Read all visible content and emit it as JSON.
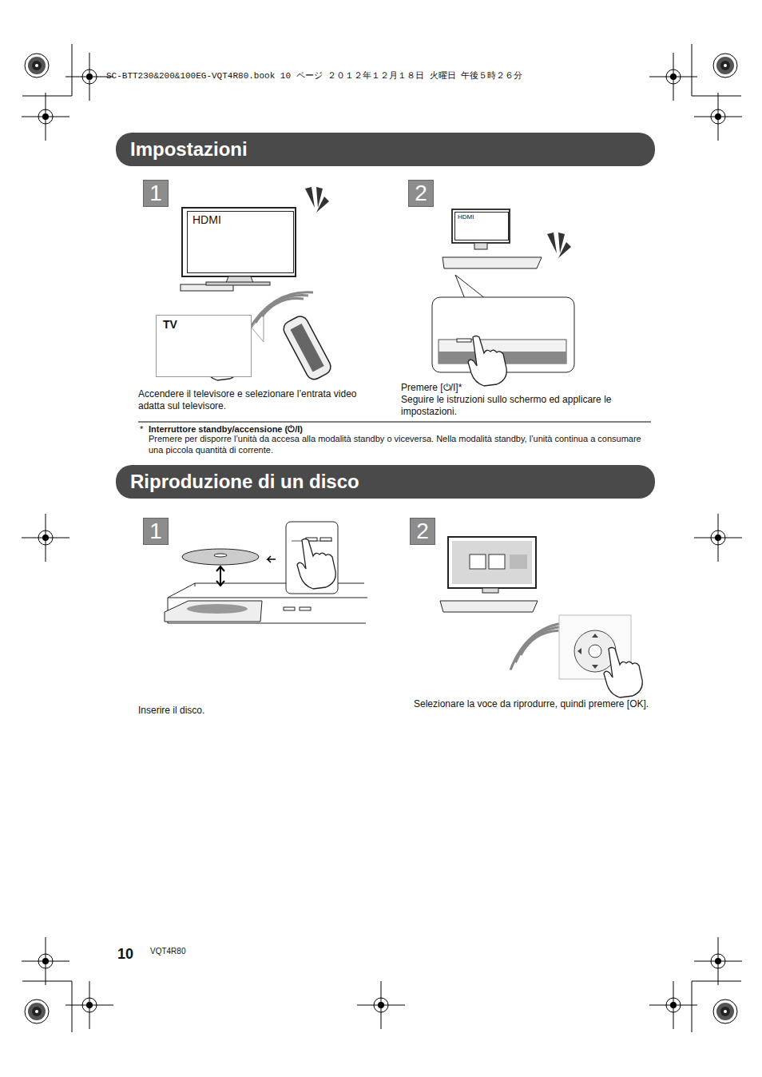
{
  "diagram": {
    "nodes": [
      {
        "text": [
          "Impostazioni"
        ]
      },
      {
        "text": [
          "1"
        ]
      },
      {
        "text": [
          "2"
        ]
      },
      {
        "text": [
          "HDMI"
        ]
      },
      {
        "text": [
          "TV"
        ]
      },
      {
        "text": [
          "HDMI"
        ]
      },
      {
        "text": [
          "Riproduzione di un disco"
        ]
      },
      {
        "text": [
          "1"
        ]
      },
      {
        "text": [
          "2"
        ]
      }
    ],
    "labels": [
      "SC-BTT230&200&100EG-VQT4R80.book  10 ページ  ２０１２年１２月１８日  火曜日  午後５時２６分",
      "Accendere il televisore e selezionare l’entrata video adatta sul televisore.",
      "Premere [⏻/I]*",
      "Seguire le istruzioni sullo schermo ed applicare le impostazioni.",
      "*",
      "Interruttore standby/accensione (⏻/I)",
      "Premere per disporre l’unità da accesa alla modalità standby o viceversa. Nella modalità standby, l’unità continua a consumare una piccola quantità di corrente.",
      "Inserire il disco.",
      "Selezionare la voce da riprodurre, quindi premere [OK].",
      "10",
      "VQT4R80"
    ]
  }
}
